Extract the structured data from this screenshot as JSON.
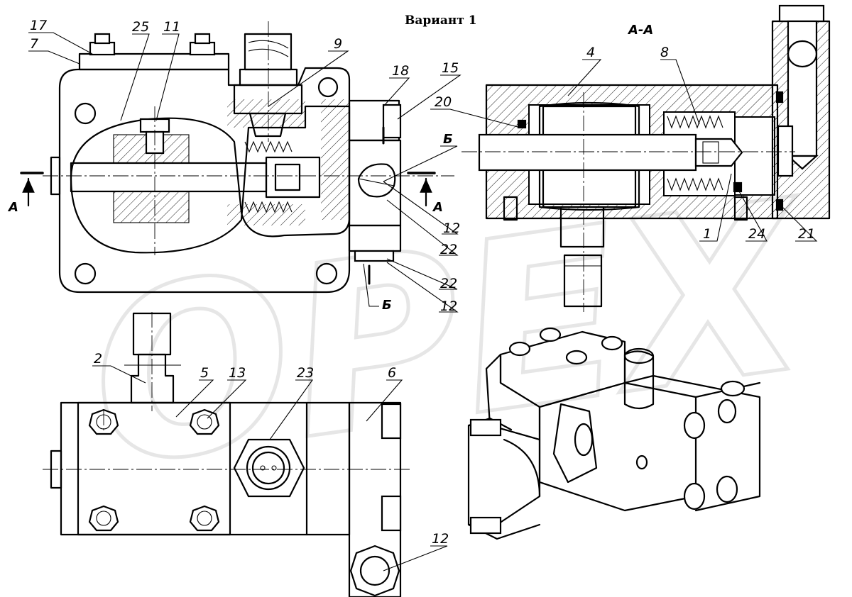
{
  "title": "Вариант 1",
  "watermark": "OPEX",
  "section_labels": {
    "cut_left": "А",
    "cut_right": "А",
    "section_title": "А-А",
    "view_b_top": "Б",
    "view_b_bottom": "Б"
  },
  "callouts": {
    "c17": "17",
    "c7": "7",
    "c25": "25",
    "c11": "11",
    "c9": "9",
    "c18": "18",
    "c15": "15",
    "c20": "20",
    "cb": "Б",
    "c12a": "12",
    "c22a": "22",
    "c22b": "22",
    "c12b": "12",
    "c4": "4",
    "c8": "8",
    "c1": "1",
    "c24": "24",
    "c21": "21",
    "c2": "2",
    "c5": "5",
    "c13": "13",
    "c23": "23",
    "c6": "6",
    "c12c": "12"
  }
}
